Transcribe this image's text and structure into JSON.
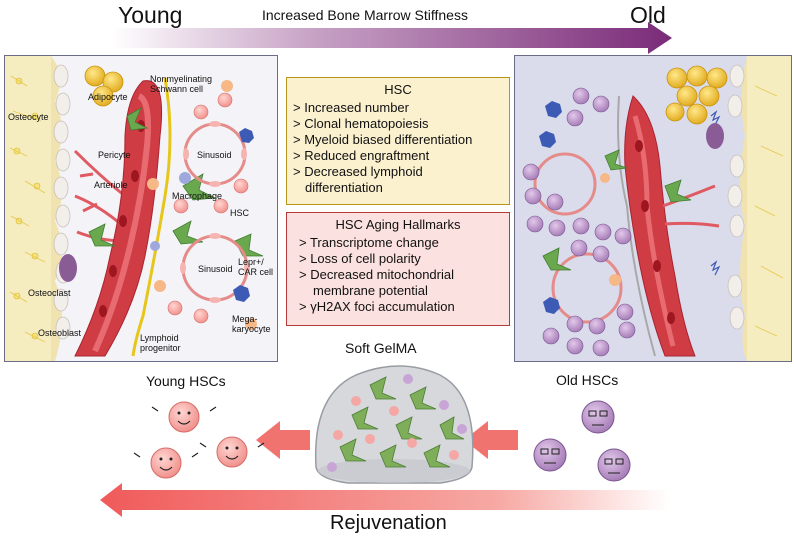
{
  "header": {
    "young": "Young",
    "old": "Old",
    "stiffness": "Increased Bone Marrow Stiffness"
  },
  "young_panel": {
    "labels": {
      "osteocyte": "Osteocyte",
      "adipocyte": "Adipocyte",
      "schwann_line1": "Nonmyelinating",
      "schwann_line2": "Schwann cell",
      "pericyte": "Pericyte",
      "sinusoid_top": "Sinusoid",
      "arteriole": "Arteriole",
      "macrophage": "Macrophage",
      "hsc": "HSC",
      "sinusoid_bottom": "Sinusoid",
      "lepr_line1": "Lepr+/",
      "lepr_line2": "CAR cell",
      "osteoclast": "Osteoclast",
      "osteoblast": "Osteoblast",
      "mega_line1": "Mega-",
      "mega_line2": "karyocyte",
      "lymphoid_line1": "Lymphoid",
      "lymphoid_line2": "progenitor"
    }
  },
  "hsc_box": {
    "title": "HSC",
    "items": [
      "> Increased number",
      "> Clonal hematopoiesis",
      "> Myeloid biased differentiation",
      "> Reduced engraftment",
      "> Decreased lymphoid",
      "   differentiation"
    ]
  },
  "hallmarks_box": {
    "title": "HSC Aging Hallmarks",
    "items": [
      "> Transcriptome change",
      "> Loss of cell polarity",
      "> Decreased mitochondrial",
      "   membrane potential",
      "> γH2AX foci accumulation"
    ]
  },
  "bottom": {
    "soft_gelma": "Soft GelMA",
    "young_hscs": "Young HSCs",
    "old_hscs": "Old HSCs",
    "rejuvenation": "Rejuvenation"
  },
  "colors": {
    "arrow_purple": "#7a2a78",
    "arrow_red": "#f0736f",
    "young_bg": "#f4f4f8",
    "old_bg": "#dadcec",
    "hsc_box_bg": "#fbf1cf",
    "hallmarks_box_bg": "#fbe1df"
  }
}
